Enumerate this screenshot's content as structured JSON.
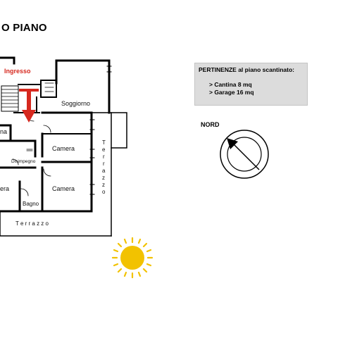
{
  "title": "O PIANO",
  "entrance": {
    "label": "Ingresso",
    "arrow_color": "#d6281e"
  },
  "rooms": {
    "soggiorno": "Soggiorno",
    "camera_top": "Camera",
    "camera_bottom": "Camera",
    "disimpegno": "Disimpegno",
    "bagno": "Bagno",
    "cut_left_top": "na",
    "cut_left_bottom": "era"
  },
  "terrace_side": [
    "T",
    "e",
    "r",
    "r",
    "a",
    "z",
    "z",
    "o"
  ],
  "terrace_bottom": "T e r r a z z o",
  "pertinenze": {
    "title": "PERTINENZE al piano scantinato:",
    "items": [
      "> Cantina 8 mq",
      "> Garage 16 mq"
    ]
  },
  "compass": {
    "label": "NORD",
    "icon": "north-compass-icon"
  },
  "sun": {
    "icon": "sun-icon",
    "color": "#f2c200"
  }
}
